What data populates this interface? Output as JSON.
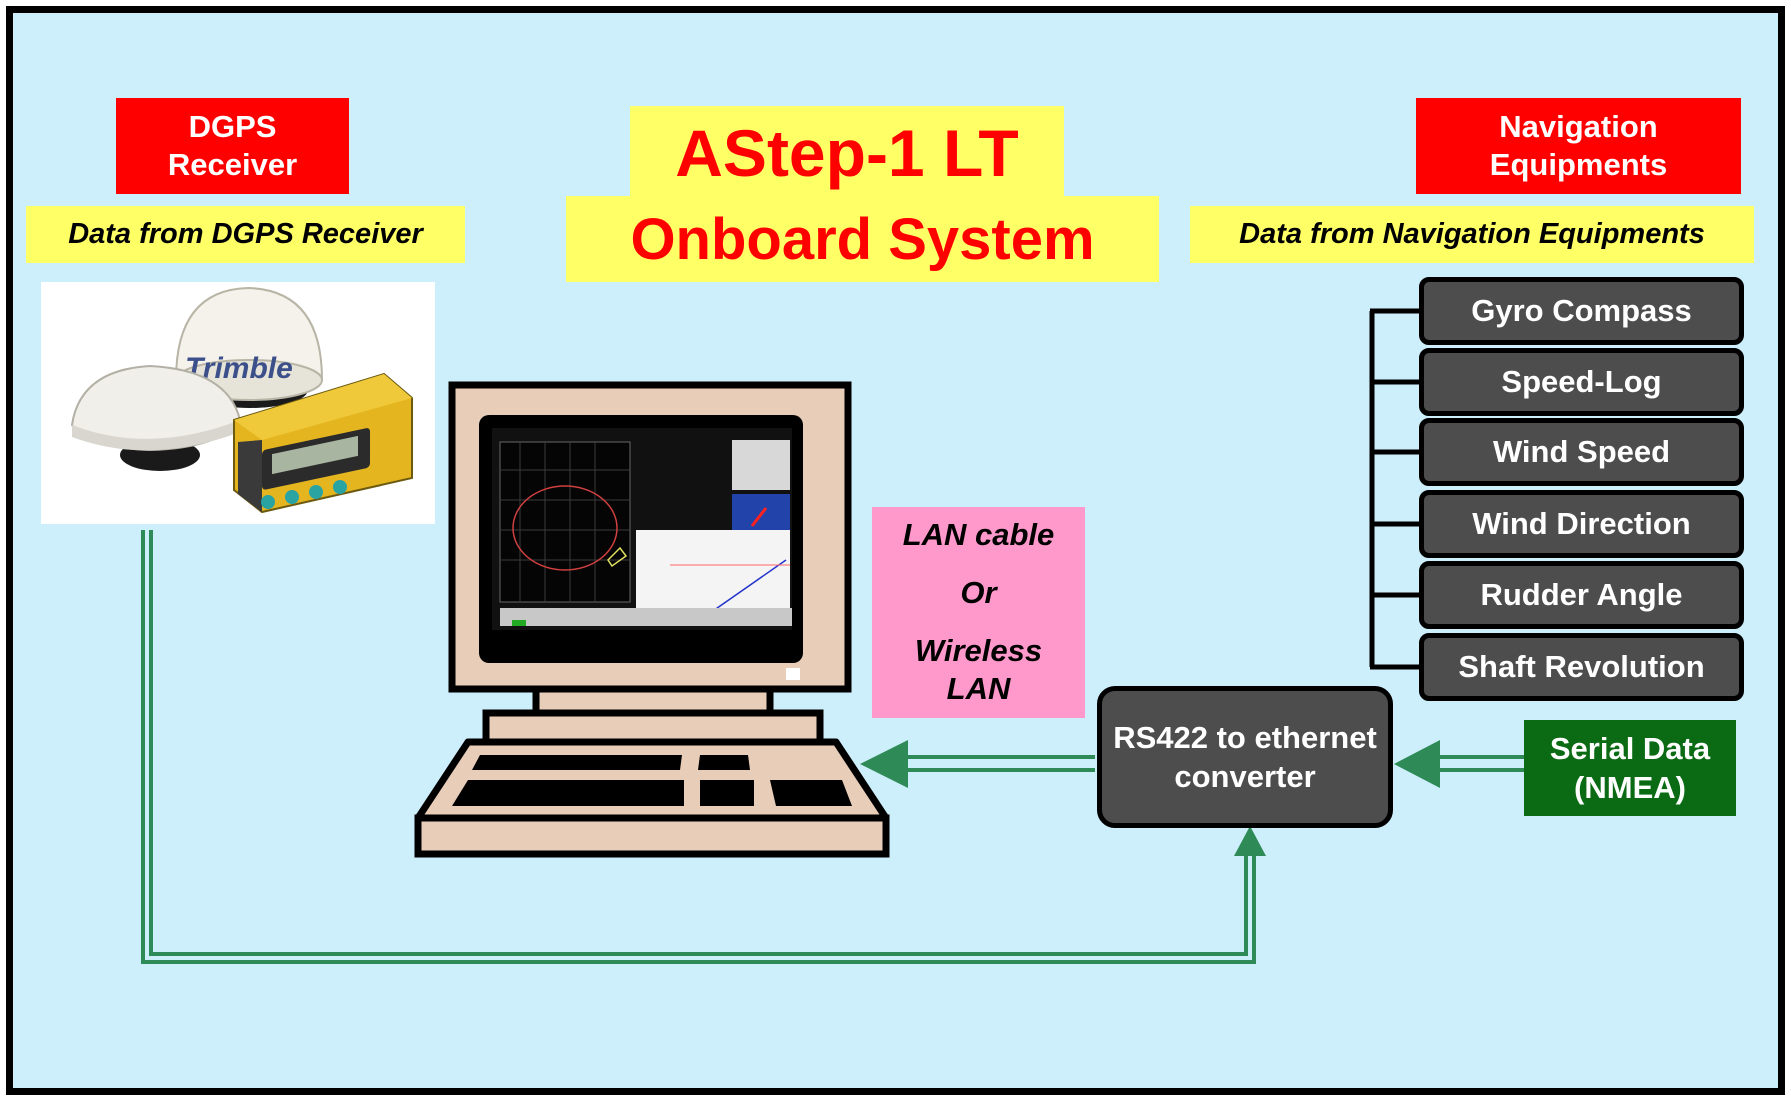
{
  "title": {
    "line1": "AStep-1 LT",
    "line2": "Onboard   System"
  },
  "dgps": {
    "header": "DGPS\nReceiver",
    "subtitle": "Data from  DGPS Receiver",
    "device_brand": "Trimble"
  },
  "navigation": {
    "header": "Navigation\nEquipments",
    "subtitle": "Data from Navigation Equipments",
    "items": [
      "Gyro Compass",
      "Speed-Log",
      "Wind Speed",
      "Wind Direction",
      "Rudder Angle",
      "Shaft Revolution"
    ]
  },
  "link": {
    "line1": "LAN cable",
    "line2": "Or",
    "line3": "Wireless",
    "line4": "LAN"
  },
  "converter": {
    "line1": "RS422 to ethernet",
    "line2": "converter"
  },
  "serial": {
    "line1": "Serial Data",
    "line2": "(NMEA)"
  },
  "colors": {
    "background": "#cdeefb",
    "header_red": "#ff0000",
    "highlight_yellow": "#ffff66",
    "box_gray": "#4d4d4d",
    "pink": "#ff99cc",
    "serial_green": "#0a6b14",
    "connector_green": "#2e8b57",
    "monitor_beige": "#e8cdb9"
  }
}
